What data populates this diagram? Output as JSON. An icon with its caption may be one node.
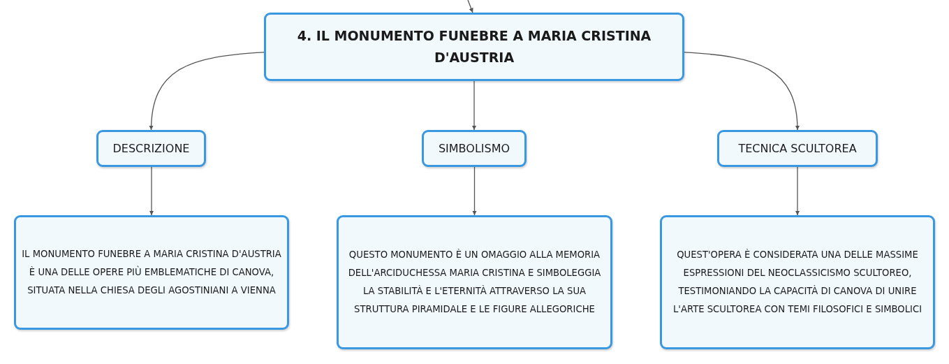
{
  "diagram": {
    "nodes": [
      {
        "text": [
          "4. IL MONUMENTO FUNEBRE A MARIA CRISTINA D'AUSTRIA"
        ]
      },
      {
        "text": [
          "DESCRIZIONE"
        ]
      },
      {
        "text": [
          "SIMBOLISMO"
        ]
      },
      {
        "text": [
          "TECNICA SCULTOREA"
        ]
      },
      {
        "text": [
          "IL MONUMENTO FUNEBRE A MARIA CRISTINA D'AUSTRIA È UNA DELLE OPERE PIÙ EMBLEMATICHE DI CANOVA, SITUATA NELLA CHIESA DEGLI AGOSTINIANI A VIENNA"
        ]
      },
      {
        "text": [
          "QUESTO MONUMENTO È UN OMAGGIO ALLA MEMORIA DELL'ARCIDUCHESSA MARIA CRISTINA E SIMBOLEGGIA LA STABILITÀ E L'ETERNITÀ ATTRAVERSO LA SUA STRUTTURA PIRAMIDALE E LE FIGURE ALLEGORICHE"
        ]
      },
      {
        "text": [
          "QUEST'OPERA È CONSIDERATA UNA DELLE MASSIME ESPRESSIONI DEL NEOCLASSICISMO SCULTOREO, TESTIMONIANDO LA CAPACITÀ DI CANOVA DI UNIRE L'ARTE SCULTOREA CON TEMI FILOSOFICI E SIMBOLICI"
        ]
      }
    ],
    "edges": [
      {
        "from": null,
        "to": 0,
        "arrow": "to"
      },
      {
        "from": 0,
        "to": 1,
        "arrow": "to"
      },
      {
        "from": 0,
        "to": 2,
        "arrow": "to"
      },
      {
        "from": 0,
        "to": 3,
        "arrow": "to"
      },
      {
        "from": 1,
        "to": 4,
        "arrow": "to"
      },
      {
        "from": 2,
        "to": 5,
        "arrow": "to"
      },
      {
        "from": 3,
        "to": 6,
        "arrow": "to"
      }
    ]
  }
}
